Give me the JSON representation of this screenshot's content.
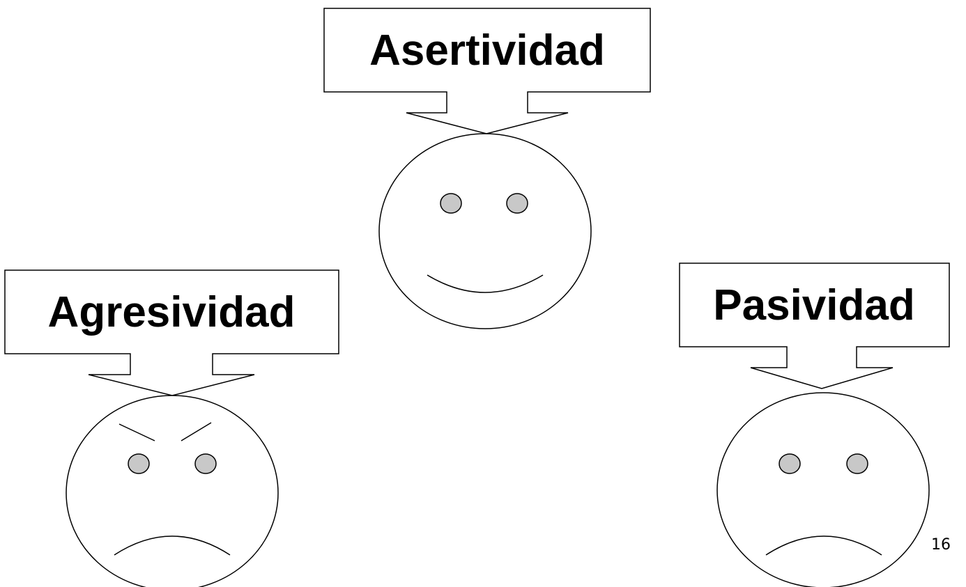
{
  "colors": {
    "background": "#ffffff",
    "stroke": "#000000",
    "eye_fill": "#c8c8c8"
  },
  "faces": {
    "assertive": {
      "label": "Asertividad",
      "expression": "smile"
    },
    "aggressive": {
      "label": "Agresividad",
      "expression": "angry-frown"
    },
    "passive": {
      "label": "Pasividad",
      "expression": "frown"
    }
  },
  "page": {
    "number": "16"
  }
}
